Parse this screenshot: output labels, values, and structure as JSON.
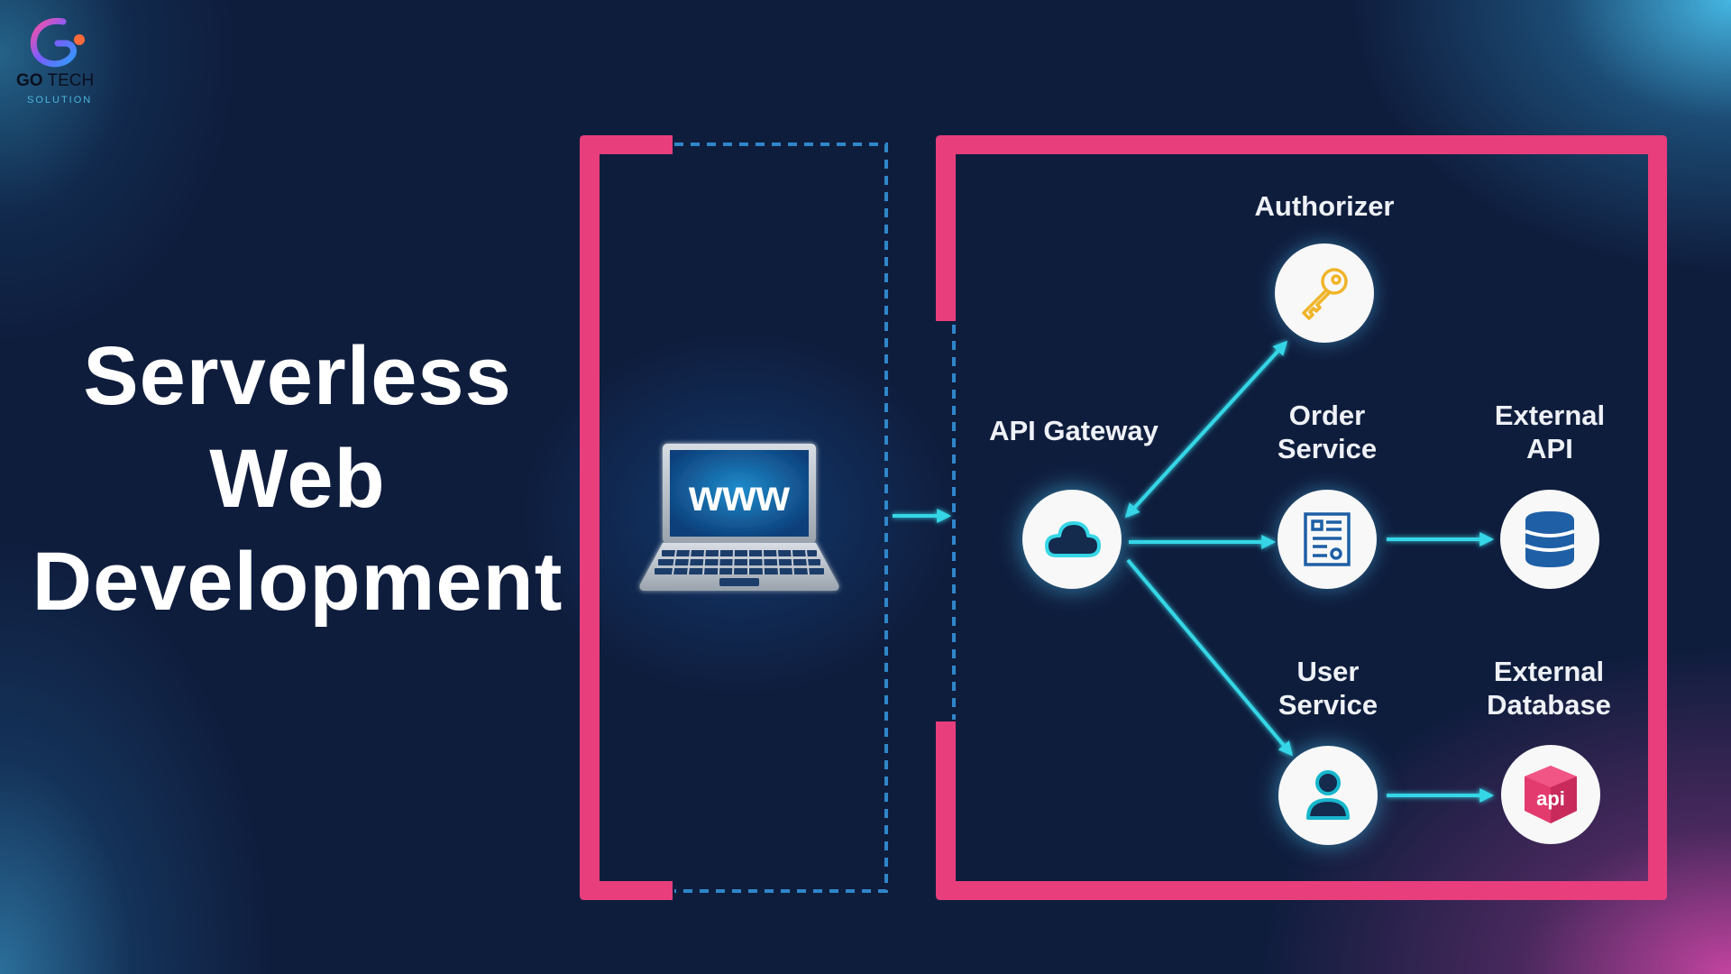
{
  "logo": {
    "brand_bold": "GO",
    "brand_light": "TECH",
    "tagline": "SOLUTION"
  },
  "title": {
    "lines": [
      "Serverless",
      "Web",
      "Development"
    ]
  },
  "diagram": {
    "client": {
      "icon": "laptop-www-icon",
      "screen_text": "www"
    },
    "nodes": [
      {
        "id": "api_gateway",
        "label_lines": [
          "API Gateway"
        ],
        "icon": "cloud-icon"
      },
      {
        "id": "authorizer",
        "label_lines": [
          "Authorizer"
        ],
        "icon": "key-icon"
      },
      {
        "id": "order_service",
        "label_lines": [
          "Order",
          "Service"
        ],
        "icon": "document-icon"
      },
      {
        "id": "external_api",
        "label_lines": [
          "External",
          "API"
        ],
        "icon": "database-icon"
      },
      {
        "id": "user_service",
        "label_lines": [
          "User",
          "Service"
        ],
        "icon": "user-icon"
      },
      {
        "id": "external_database",
        "label_lines": [
          "External",
          "Database"
        ],
        "icon": "api-cube-icon",
        "icon_text": "api"
      }
    ],
    "edges": [
      {
        "from": "client",
        "to": "api_gateway",
        "direction": "forward"
      },
      {
        "from": "api_gateway",
        "to": "authorizer",
        "direction": "both"
      },
      {
        "from": "api_gateway",
        "to": "order_service",
        "direction": "forward"
      },
      {
        "from": "api_gateway",
        "to": "user_service",
        "direction": "forward"
      },
      {
        "from": "order_service",
        "to": "external_api",
        "direction": "forward"
      },
      {
        "from": "user_service",
        "to": "external_database",
        "direction": "forward"
      }
    ]
  },
  "colors": {
    "background": "#0f1d3d",
    "frame": "#e83e7c",
    "dashed": "#2f86c9",
    "arrow": "#35d6e6",
    "key": "#f0b429",
    "document": "#1e5fa6",
    "database": "#1e5fa6",
    "user": "#18b6cc",
    "api_cube": "#e33b6e"
  }
}
